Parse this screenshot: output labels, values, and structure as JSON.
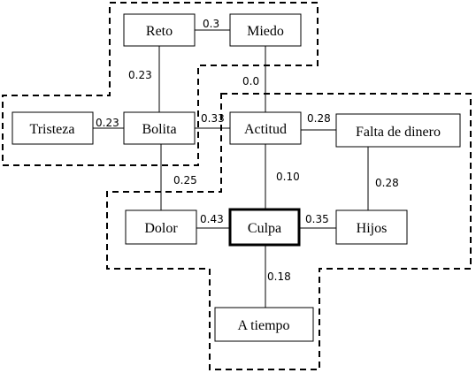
{
  "diagram": {
    "nodes": {
      "reto": "Reto",
      "miedo": "Miedo",
      "tristeza": "Tristeza",
      "bolita": "Bolita",
      "actitud": "Actitud",
      "falta_dinero": "Falta de dinero",
      "dolor": "Dolor",
      "culpa": "Culpa",
      "hijos": "Hijos",
      "a_tiempo": "A tiempo"
    },
    "edges": {
      "reto_miedo": "0.3",
      "reto_bolita": "0.23",
      "miedo_actitud": "0.0",
      "tristeza_bolita": "0.23",
      "bolita_actitud": "0.33",
      "actitud_falta": "0.28",
      "bolita_dolor": "0.25",
      "actitud_culpa": "0.10",
      "falta_hijos": "0.28",
      "dolor_culpa": "0.43",
      "culpa_hijos": "0.35",
      "culpa_atiempo": "0.18"
    },
    "focus_node": "culpa"
  }
}
